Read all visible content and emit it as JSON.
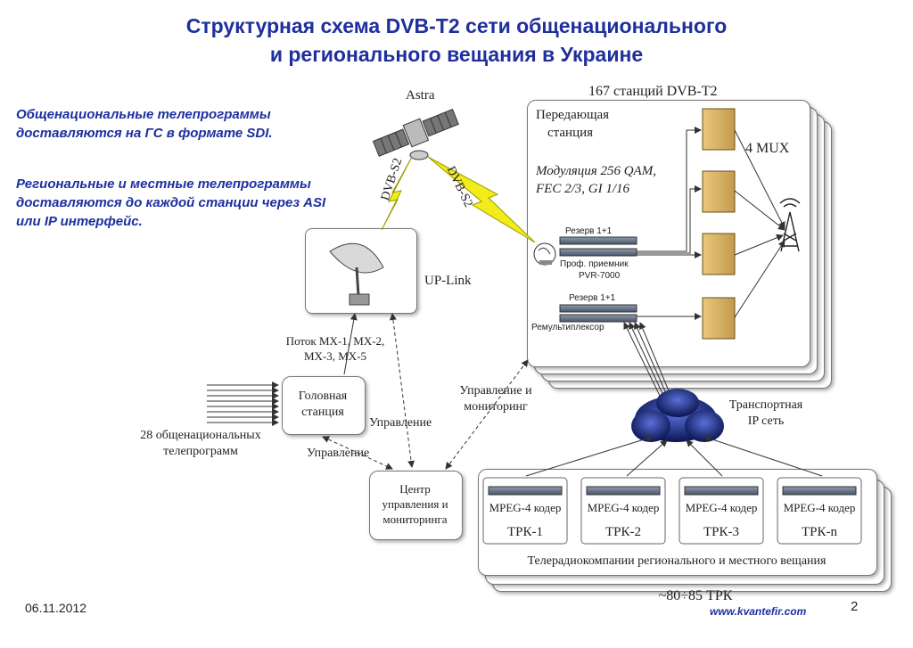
{
  "title": {
    "line1": "Структурная схема DVB-T2 сети общенационального",
    "line2": "и регионального вещания в Украине"
  },
  "notes": {
    "sdi": "Общенациональные телепрограммы доставляются на ГС в формате SDI.",
    "asi_ip": "Региональные и местные телепрограммы доставляются до каждой станции через ASI или IP интерфейс."
  },
  "satellite": {
    "label": "Astra",
    "link_left": "DVB-S2",
    "link_right": "DVB-S2"
  },
  "uplink": {
    "label": "UP-Link"
  },
  "stations": {
    "count_label": "167 станций DVB-T2",
    "station_title_1": "Передающая",
    "station_title_2": "станция",
    "modulation_1": "Модуляция 256 QAM,",
    "modulation_2": "FEC 2/3, GI 1/16",
    "mux_label": "4 MUX",
    "reserve_top": "Резерв 1+1",
    "receiver_1": "Проф. приемник",
    "receiver_2": "PVR-7000",
    "reserve_bottom": "Резерв 1+1",
    "remux": "Ремультиплексор"
  },
  "stream_label": {
    "line1": "Поток MX-1, MX-2,",
    "line2": "MX-3, MX-5"
  },
  "head_station": {
    "line1": "Головная",
    "line2": "станция"
  },
  "national_programs": {
    "line1": "28 общенациональных",
    "line2": "телепрограмм"
  },
  "control_labels": {
    "control_a": "Управление",
    "control_b": "Управление",
    "control_monitoring_1": "Управление и",
    "control_monitoring_2": "мониторинг"
  },
  "control_center": {
    "line1": "Центр",
    "line2": "управления и",
    "line3": "мониторинга"
  },
  "transport": {
    "line1": "Транспортная",
    "line2": "IP сеть"
  },
  "trk": {
    "encoder_label": "MPEG-4 кодер",
    "names": [
      "ТРК-1",
      "ТРК-2",
      "ТРК-3",
      "ТРК-n"
    ],
    "group_label": "Телерадиокомпании регионального и местного вещания",
    "count": "~80÷85 ТРК"
  },
  "footer": {
    "date": "06.11.2012",
    "page": "2",
    "site": "www.kvantefir.com"
  },
  "colors": {
    "title": "#1f2f9c",
    "note": "#1c2fa0",
    "lightning": "#f2ec1a",
    "site": "#1c2fa0"
  }
}
